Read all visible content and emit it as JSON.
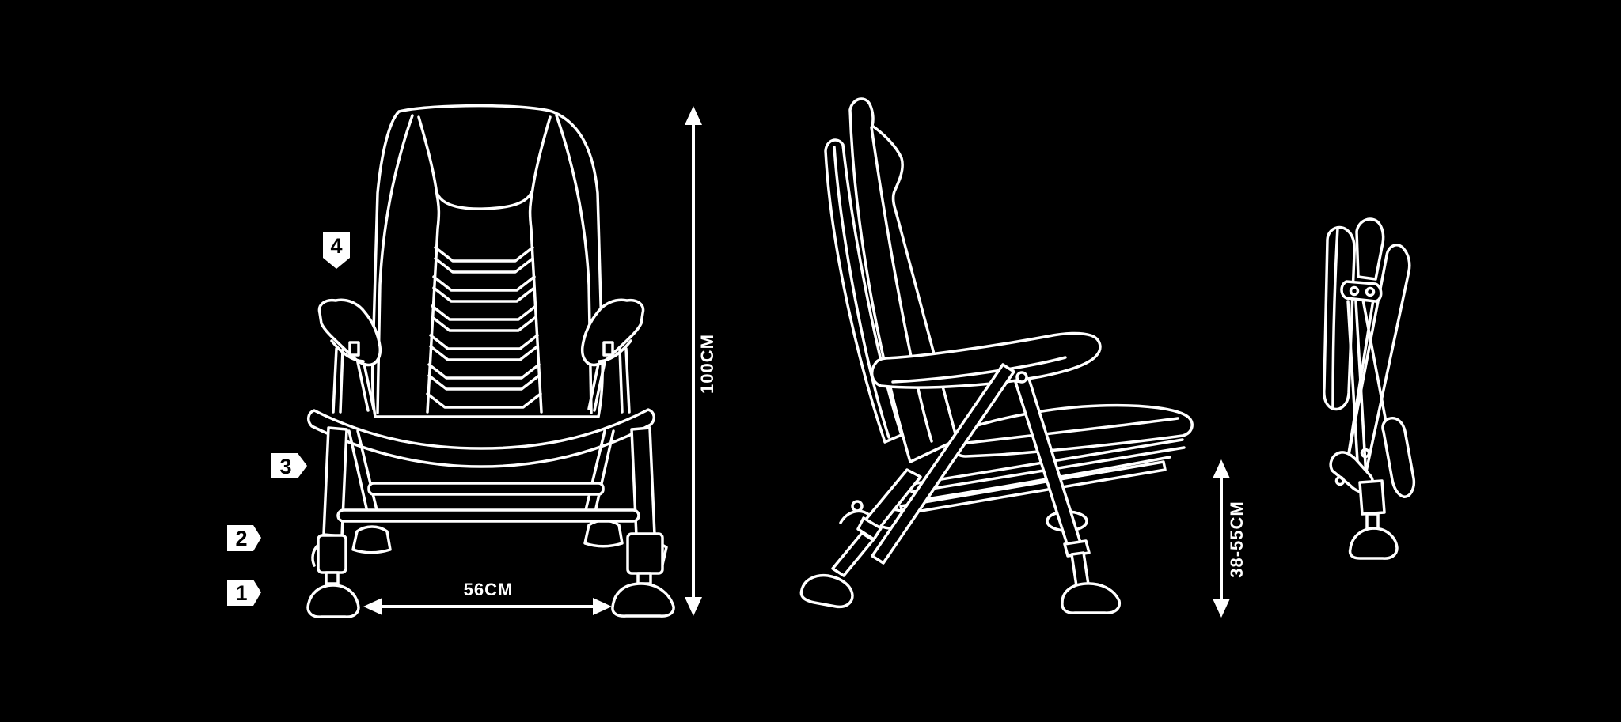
{
  "canvas": {
    "background_color": "#000000",
    "line_color": "#ffffff"
  },
  "callouts": [
    {
      "number": "1"
    },
    {
      "number": "2"
    },
    {
      "number": "3"
    },
    {
      "number": "4"
    }
  ],
  "dimensions": {
    "width": {
      "label": "56CM"
    },
    "height": {
      "label": "100CM"
    },
    "seat_height": {
      "label": "38-55CM"
    }
  }
}
